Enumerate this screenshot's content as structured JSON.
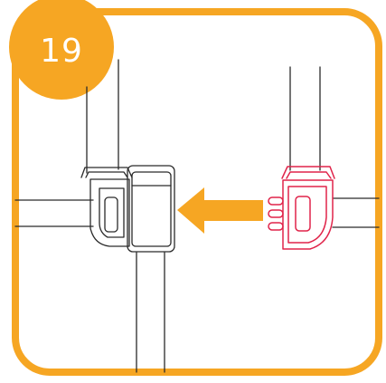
{
  "step": {
    "number": "19",
    "accent_color": "#F6A623",
    "badge_text_color": "#FFFFFF"
  },
  "illustration": {
    "left_part": "buckle-clip-latched",
    "right_part": "buckle-clip-separate",
    "right_part_color": "#E0244A",
    "arrow_direction": "left",
    "arrow_color": "#F6A623",
    "line_color": "#2A2A2A"
  }
}
